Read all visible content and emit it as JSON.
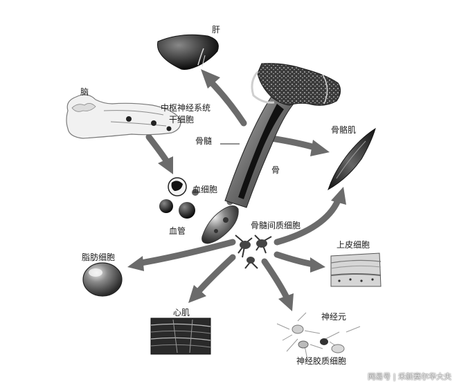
{
  "labels": {
    "liver": "肝",
    "brain": "脑",
    "cns_stem_cell_line1": "中枢神经系统",
    "cns_stem_cell_line2": "干细胞",
    "bone_marrow": "骨髓",
    "bone": "骨",
    "skeletal_muscle": "骨骼肌",
    "blood_cells": "血细胞",
    "blood_vessel": "血管",
    "msc": "骨髓间质细胞",
    "adipocyte": "脂肪细胞",
    "epithelial_cell": "上皮细胞",
    "cardiac_muscle": "心肌",
    "neuron": "神经元",
    "glial_cell": "神经胶质细胞"
  },
  "watermark": "网易号 | 禾新赛尔华大夫"
}
